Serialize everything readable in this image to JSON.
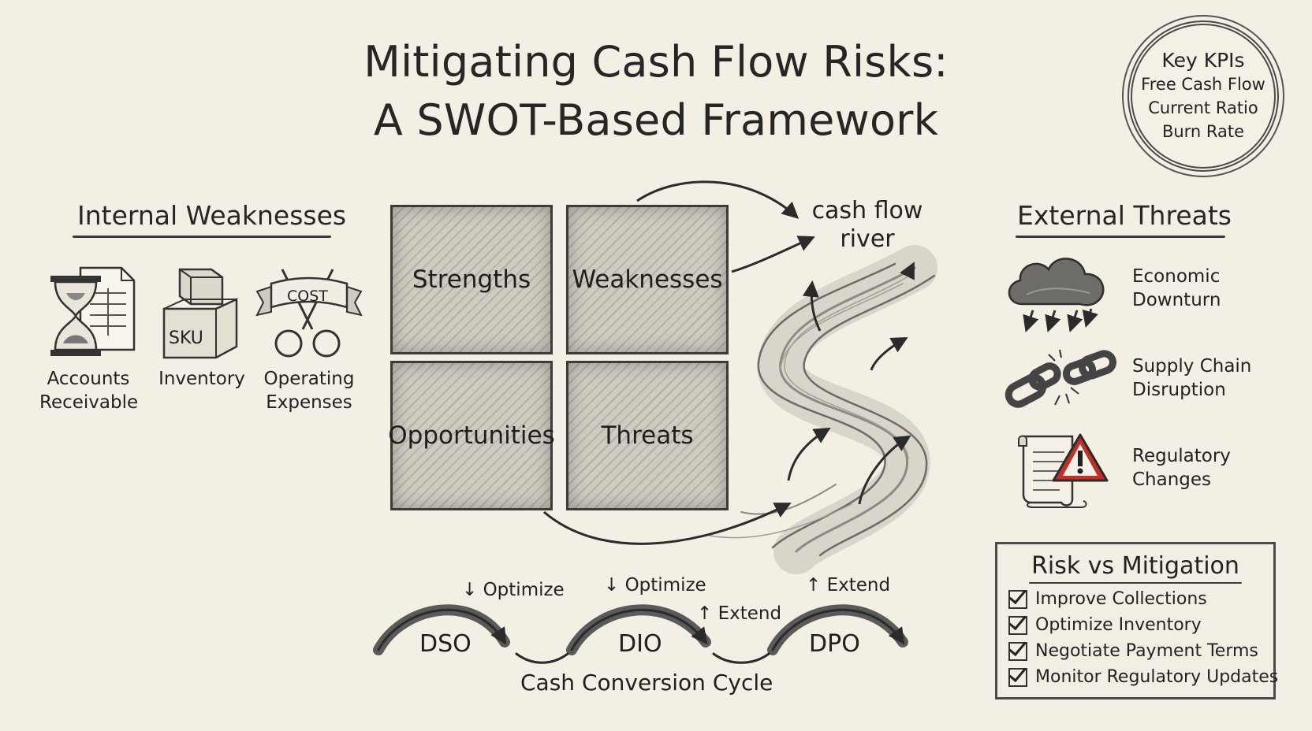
{
  "title": {
    "line1": "Mitigating Cash Flow Risks:",
    "line2": "A SWOT-Based Framework"
  },
  "kpis": {
    "heading": "Key KPIs",
    "items": [
      "Free Cash Flow",
      "Current Ratio",
      "Burn Rate"
    ]
  },
  "internal": {
    "heading": "Internal Weaknesses",
    "items": [
      {
        "line1": "Accounts",
        "line2": "Receivable",
        "icon": "hourglass-invoice-icon"
      },
      {
        "line1": "Inventory",
        "line2": "",
        "icon": "sku-boxes-icon"
      },
      {
        "line1": "Operating",
        "line2": "Expenses",
        "icon": "cost-scissors-icon"
      }
    ],
    "cost_banner": "COST",
    "sku_label": "SKU"
  },
  "swot": {
    "strengths": "Strengths",
    "weaknesses": "Weaknesses",
    "opportunities": "Opportunities",
    "threats": "Threats"
  },
  "river": {
    "line1": "cash flow",
    "line2": "river"
  },
  "external": {
    "heading": "External Threats",
    "items": [
      {
        "line1": "Economic",
        "line2": "Downturn",
        "icon": "storm-cloud-icon"
      },
      {
        "line1": "Supply Chain",
        "line2": "Disruption",
        "icon": "broken-chain-icon"
      },
      {
        "line1": "Regulatory",
        "line2": "Changes",
        "icon": "warning-document-icon"
      }
    ]
  },
  "ccc": {
    "title": "Cash Conversion Cycle",
    "stages": [
      "DSO",
      "DIO",
      "DPO"
    ],
    "dso_action": "↓ Optimize",
    "dio_action": "↓ Optimize",
    "dio_extend": "↑ Extend",
    "dpo_action": "↑ Extend"
  },
  "mitigation": {
    "heading": "Risk vs Mitigation",
    "items": [
      "Improve Collections",
      "Optimize Inventory",
      "Negotiate Payment Terms",
      "Monitor Regulatory Updates"
    ]
  },
  "colors": {
    "background": "#f3efe4",
    "ink": "#262626",
    "warning": "#c0302a"
  }
}
